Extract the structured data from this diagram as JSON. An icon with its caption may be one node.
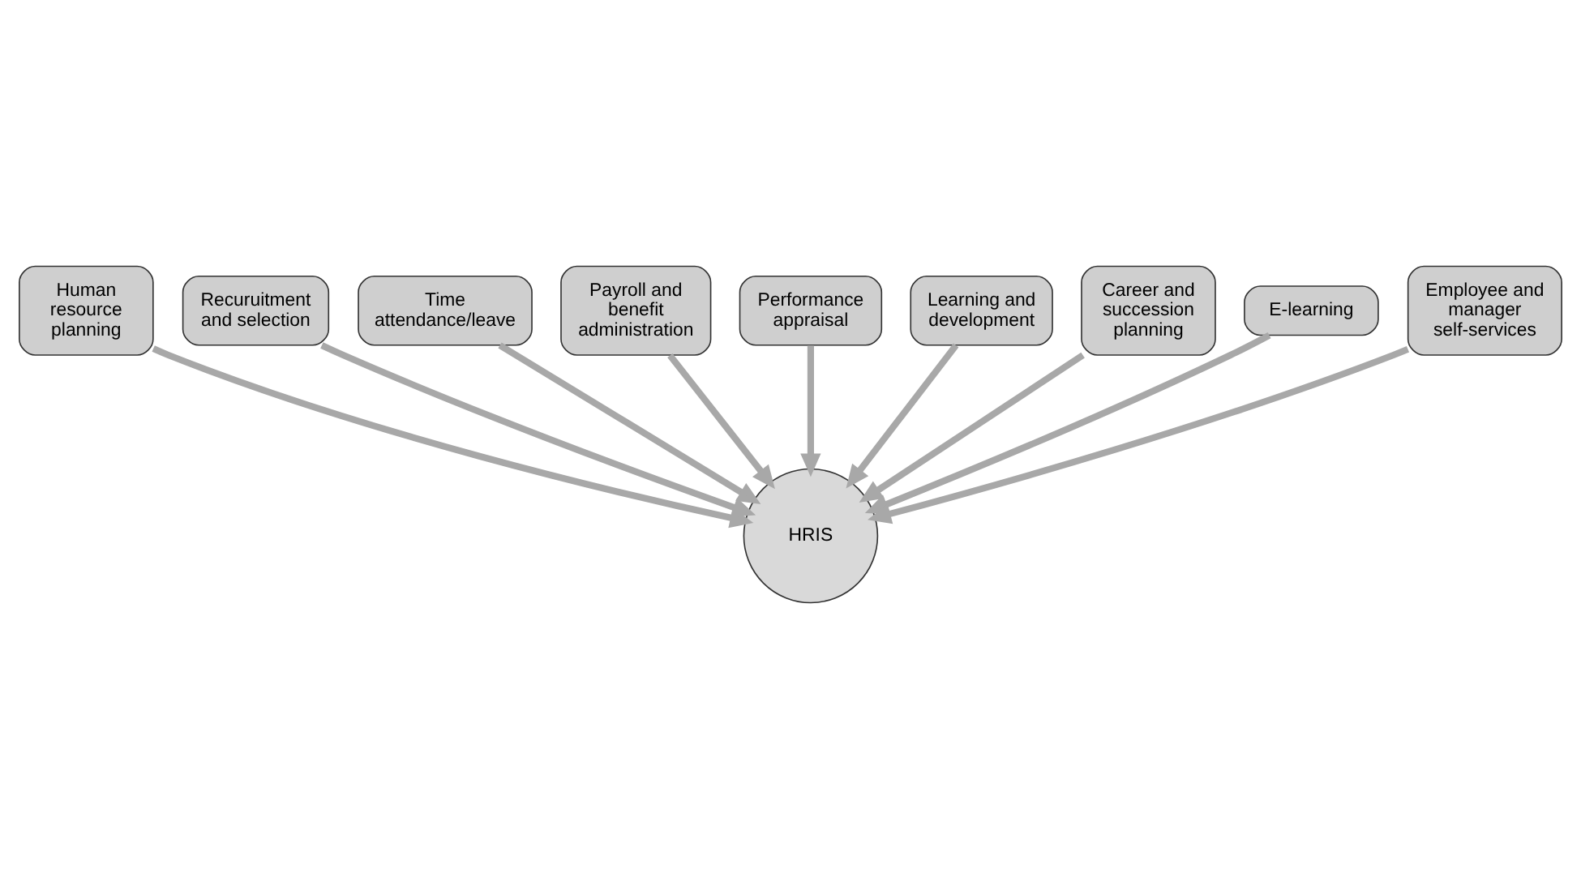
{
  "diagram": {
    "nodes": [
      {
        "text": [
          "Human resource planning"
        ]
      },
      {
        "text": [
          "Recuruitment and selection"
        ]
      },
      {
        "text": [
          "Time attendance/leave"
        ]
      },
      {
        "text": [
          "Payroll and benefit administration"
        ]
      },
      {
        "text": [
          "Performance appraisal"
        ]
      },
      {
        "text": [
          "Learning and development"
        ]
      },
      {
        "text": [
          "Career and succession planning"
        ]
      },
      {
        "text": [
          "E-learning"
        ]
      },
      {
        "text": [
          "Employee and manager self-services"
        ]
      },
      {
        "text": [
          "HRIS"
        ]
      }
    ],
    "edges": [
      {
        "from": 0,
        "to": 9,
        "arrow": "to"
      },
      {
        "from": 1,
        "to": 9,
        "arrow": "to"
      },
      {
        "from": 2,
        "to": 9,
        "arrow": "to"
      },
      {
        "from": 3,
        "to": 9,
        "arrow": "to"
      },
      {
        "from": 4,
        "to": 9,
        "arrow": "to"
      },
      {
        "from": 5,
        "to": 9,
        "arrow": "to"
      },
      {
        "from": 6,
        "to": 9,
        "arrow": "to"
      },
      {
        "from": 7,
        "to": 9,
        "arrow": "to"
      },
      {
        "from": 8,
        "to": 9,
        "arrow": "to"
      }
    ]
  }
}
